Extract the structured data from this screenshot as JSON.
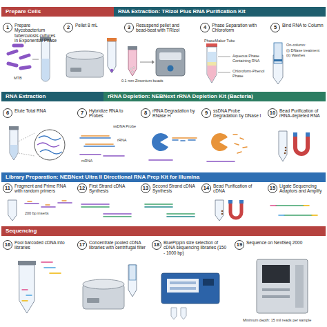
{
  "diagram": {
    "nodes": [
      {
        "text": [
          "Prepare Cells"
        ]
      },
      {
        "text": [
          "RNA Extraction: TRIzol Plus RNA Purification Kit"
        ]
      },
      {
        "text": [
          "1",
          "Prepare Mycobacterium tuberculosis cultures in Exponential Phase"
        ]
      },
      {
        "text": [
          "2",
          "Pellet 8 mL"
        ]
      },
      {
        "text": [
          "3",
          "Resuspend pellet and bead-beat with TRIzol"
        ]
      },
      {
        "text": [
          "4",
          "Phase Separation with Chloroform"
        ]
      },
      {
        "text": [
          "5",
          "Bind RNA to Column"
        ]
      },
      {
        "text": [
          "RNA Extraction"
        ]
      },
      {
        "text": [
          "rRNA Depletion: NEBNext rRNA Depletion Kit (Bacteria)"
        ]
      },
      {
        "text": [
          "6",
          "Elute Total RNA"
        ]
      },
      {
        "text": [
          "7",
          "Hybridize RNA to Probes"
        ]
      },
      {
        "text": [
          "8",
          "rRNA Degradation by RNase H"
        ]
      },
      {
        "text": [
          "9",
          "ssDNA Probe Degradation by DNase I"
        ]
      },
      {
        "text": [
          "10",
          "Bead Purification of rRNA-depleted RNA"
        ]
      },
      {
        "text": [
          "Library Preparation: NEBNext Ultra II Directional RNA Prep Kit for Illumina"
        ]
      },
      {
        "text": [
          "11",
          "Fragment and Prime RNA with random primers"
        ]
      },
      {
        "text": [
          "12",
          "First Strand cDNA Synthesis"
        ]
      },
      {
        "text": [
          "13",
          "Second Strand cDNA Synthesis"
        ]
      },
      {
        "text": [
          "14",
          "Bead Purification of cDNA"
        ]
      },
      {
        "text": [
          "15",
          "Ligate Sequencing Adaptors and Amplify"
        ]
      },
      {
        "text": [
          "Sequencing"
        ]
      },
      {
        "text": [
          "16",
          "Pool barcoded cDNA into libraries"
        ]
      },
      {
        "text": [
          "17",
          "Concentrate pooled cDNA libraries with centrifugal filter"
        ]
      },
      {
        "text": [
          "18",
          "BluePippin size selection of cDNA sequencing libraries (150 - 1000 bp)"
        ]
      },
      {
        "text": [
          "19",
          "Sequence on NextSeq 2000"
        ]
      }
    ],
    "labels": [
      "MTB",
      "0.1 mm Zirconium beads",
      "PhaseMaker Tube",
      "Aqueous Phase Containing RNA",
      "Chloroform-Phenol Phase",
      "On-column:",
      "(i) DNase treatment",
      "(ii) Washes",
      "ssDNA Probe",
      "rRNA",
      "mRNA",
      "200 bp inserts",
      "Minimum depth: 15 mil reads per sample"
    ]
  }
}
